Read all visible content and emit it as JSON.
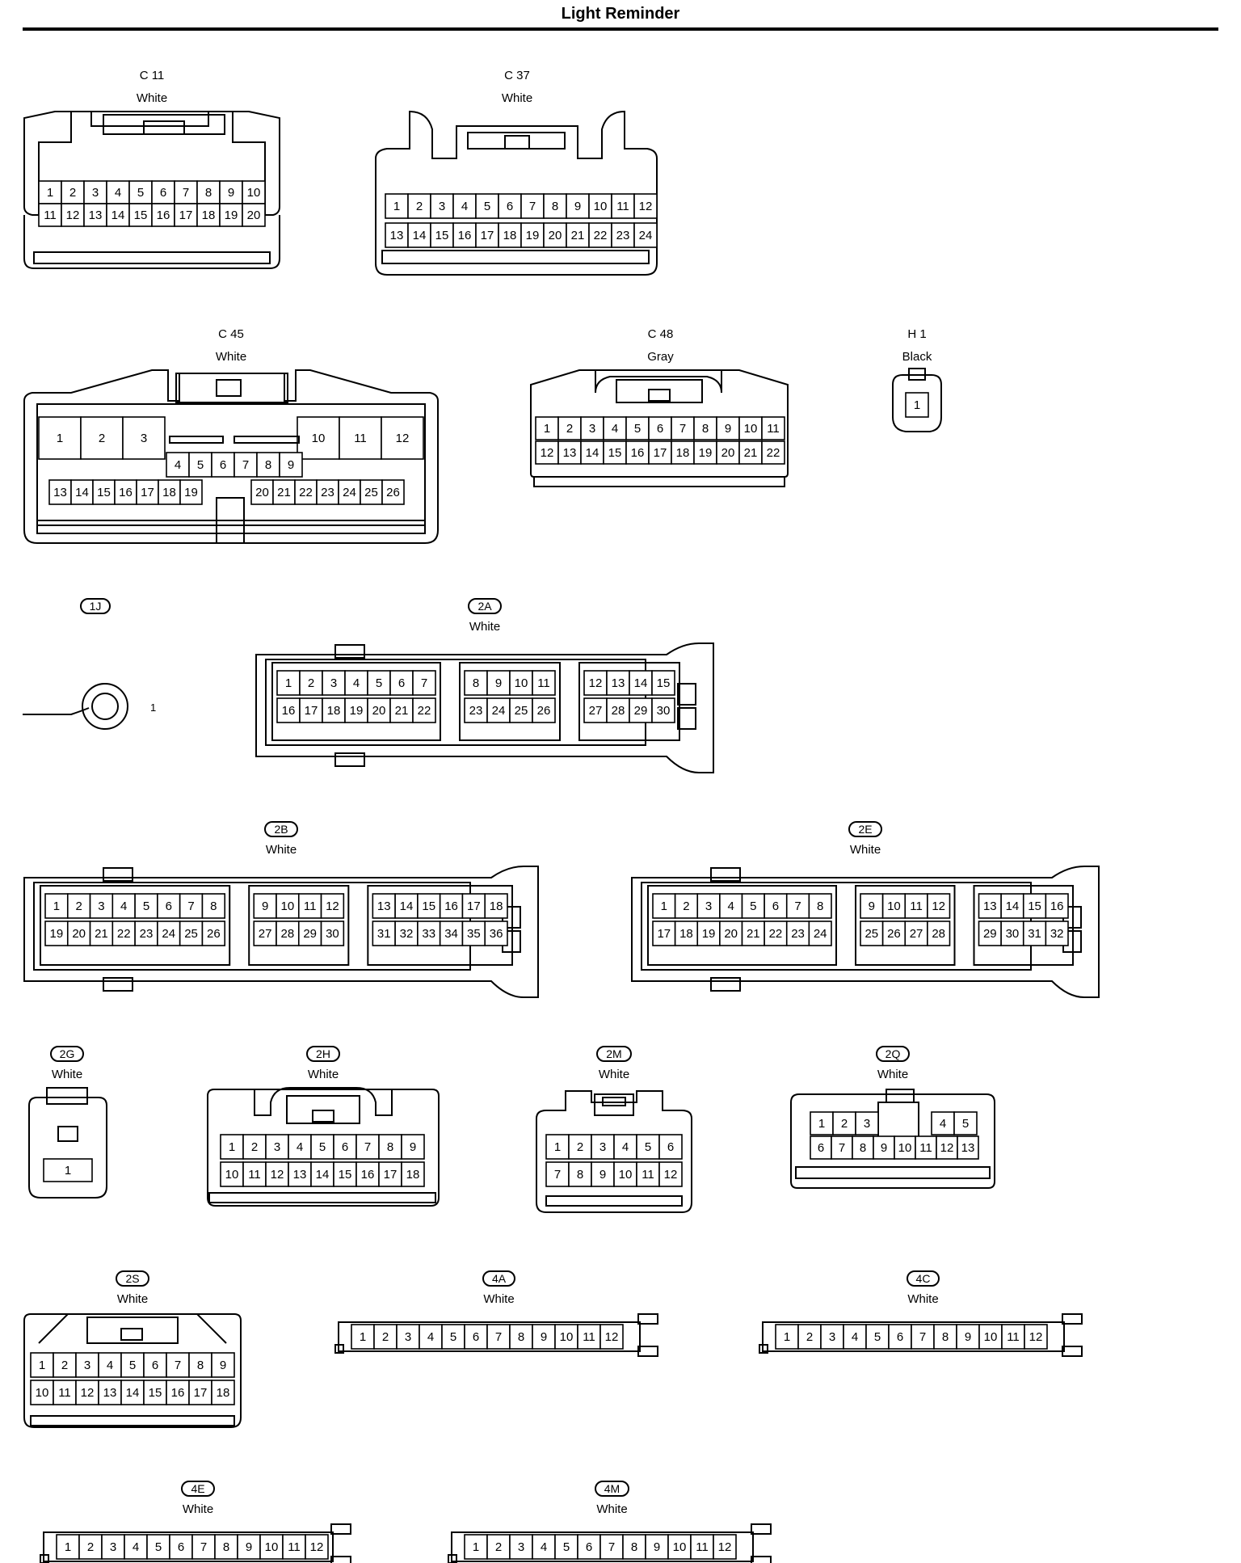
{
  "title": "Light Reminder",
  "connectors": [
    {
      "id": "C11",
      "label": "C 11",
      "color": "White",
      "pill": false,
      "rows": [
        [
          "1",
          "2",
          "3",
          "4",
          "5",
          "6",
          "7",
          "8",
          "9",
          "10"
        ],
        [
          "11",
          "12",
          "13",
          "14",
          "15",
          "16",
          "17",
          "18",
          "19",
          "20"
        ]
      ]
    },
    {
      "id": "C37",
      "label": "C 37",
      "color": "White",
      "pill": false,
      "rows": [
        [
          "1",
          "2",
          "3",
          "4",
          "5",
          "6",
          "7",
          "8",
          "9",
          "10",
          "11",
          "12"
        ],
        [
          "13",
          "14",
          "15",
          "16",
          "17",
          "18",
          "19",
          "20",
          "21",
          "22",
          "23",
          "24"
        ]
      ]
    },
    {
      "id": "C45",
      "label": "C 45",
      "color": "White",
      "pill": false,
      "rows": [
        [
          "1",
          "2",
          "3",
          "10",
          "11",
          "12"
        ],
        [
          "4",
          "5",
          "6",
          "7",
          "8",
          "9"
        ],
        [
          "13",
          "14",
          "15",
          "16",
          "17",
          "18",
          "19",
          "20",
          "21",
          "22",
          "23",
          "24",
          "25",
          "26"
        ]
      ]
    },
    {
      "id": "C48",
      "label": "C 48",
      "color": "Gray",
      "pill": false,
      "rows": [
        [
          "1",
          "2",
          "3",
          "4",
          "5",
          "6",
          "7",
          "8",
          "9",
          "10",
          "11"
        ],
        [
          "12",
          "13",
          "14",
          "15",
          "16",
          "17",
          "18",
          "19",
          "20",
          "21",
          "22"
        ]
      ]
    },
    {
      "id": "H1",
      "label": "H 1",
      "color": "Black",
      "pill": false,
      "rows": [
        [
          "1"
        ]
      ]
    },
    {
      "id": "1J",
      "label": "1J",
      "color": "",
      "pill": true,
      "rows": [
        [
          "1"
        ]
      ]
    },
    {
      "id": "2A",
      "label": "2A",
      "color": "White",
      "pill": true,
      "rows": [
        [
          "1",
          "2",
          "3",
          "4",
          "5",
          "6",
          "7",
          "8",
          "9",
          "10",
          "11",
          "12",
          "13",
          "14",
          "15"
        ],
        [
          "16",
          "17",
          "18",
          "19",
          "20",
          "21",
          "22",
          "23",
          "24",
          "25",
          "26",
          "27",
          "28",
          "29",
          "30"
        ]
      ]
    },
    {
      "id": "2B",
      "label": "2B",
      "color": "White",
      "pill": true,
      "rows": [
        [
          "1",
          "2",
          "3",
          "4",
          "5",
          "6",
          "7",
          "8",
          "9",
          "10",
          "11",
          "12",
          "13",
          "14",
          "15",
          "16",
          "17",
          "18"
        ],
        [
          "19",
          "20",
          "21",
          "22",
          "23",
          "24",
          "25",
          "26",
          "27",
          "28",
          "29",
          "30",
          "31",
          "32",
          "33",
          "34",
          "35",
          "36"
        ]
      ]
    },
    {
      "id": "2E",
      "label": "2E",
      "color": "White",
      "pill": true,
      "rows": [
        [
          "1",
          "2",
          "3",
          "4",
          "5",
          "6",
          "7",
          "8",
          "9",
          "10",
          "11",
          "12",
          "13",
          "14",
          "15",
          "16"
        ],
        [
          "17",
          "18",
          "19",
          "20",
          "21",
          "22",
          "23",
          "24",
          "25",
          "26",
          "27",
          "28",
          "29",
          "30",
          "31",
          "32"
        ]
      ]
    },
    {
      "id": "2G",
      "label": "2G",
      "color": "White",
      "pill": true,
      "rows": [
        [
          "1"
        ]
      ]
    },
    {
      "id": "2H",
      "label": "2H",
      "color": "White",
      "pill": true,
      "rows": [
        [
          "1",
          "2",
          "3",
          "4",
          "5",
          "6",
          "7",
          "8",
          "9"
        ],
        [
          "10",
          "11",
          "12",
          "13",
          "14",
          "15",
          "16",
          "17",
          "18"
        ]
      ]
    },
    {
      "id": "2M",
      "label": "2M",
      "color": "White",
      "pill": true,
      "rows": [
        [
          "1",
          "2",
          "3",
          "4",
          "5",
          "6"
        ],
        [
          "7",
          "8",
          "9",
          "10",
          "11",
          "12"
        ]
      ]
    },
    {
      "id": "2Q",
      "label": "2Q",
      "color": "White",
      "pill": true,
      "rows": [
        [
          "1",
          "2",
          "3",
          "4",
          "5"
        ],
        [
          "6",
          "7",
          "8",
          "9",
          "10",
          "11",
          "12",
          "13"
        ]
      ]
    },
    {
      "id": "2S",
      "label": "2S",
      "color": "White",
      "pill": true,
      "rows": [
        [
          "1",
          "2",
          "3",
          "4",
          "5",
          "6",
          "7",
          "8",
          "9"
        ],
        [
          "10",
          "11",
          "12",
          "13",
          "14",
          "15",
          "16",
          "17",
          "18"
        ]
      ]
    },
    {
      "id": "4A",
      "label": "4A",
      "color": "White",
      "pill": true,
      "rows": [
        [
          "1",
          "2",
          "3",
          "4",
          "5",
          "6",
          "7",
          "8",
          "9",
          "10",
          "11",
          "12"
        ]
      ]
    },
    {
      "id": "4C",
      "label": "4C",
      "color": "White",
      "pill": true,
      "rows": [
        [
          "1",
          "2",
          "3",
          "4",
          "5",
          "6",
          "7",
          "8",
          "9",
          "10",
          "11",
          "12"
        ]
      ]
    },
    {
      "id": "4E",
      "label": "4E",
      "color": "White",
      "pill": true,
      "rows": [
        [
          "1",
          "2",
          "3",
          "4",
          "5",
          "6",
          "7",
          "8",
          "9",
          "10",
          "11",
          "12"
        ]
      ]
    },
    {
      "id": "4M",
      "label": "4M",
      "color": "White",
      "pill": true,
      "rows": [
        [
          "1",
          "2",
          "3",
          "4",
          "5",
          "6",
          "7",
          "8",
          "9",
          "10",
          "11",
          "12"
        ]
      ]
    }
  ]
}
